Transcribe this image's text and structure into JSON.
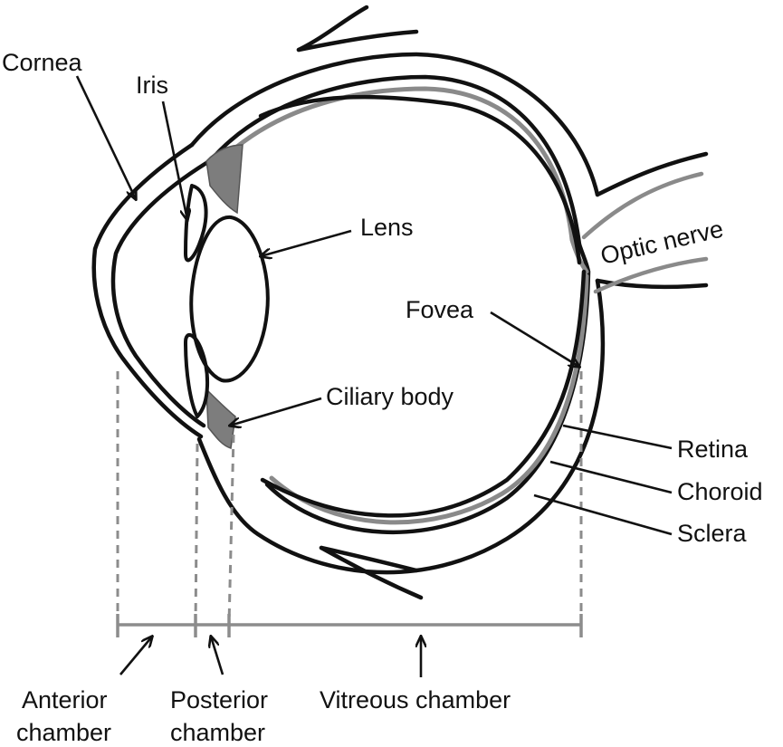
{
  "labels": {
    "cornea": "Cornea",
    "iris": "Iris",
    "lens": "Lens",
    "optic_nerve": "Optic nerve",
    "fovea": "Fovea",
    "ciliary_body": "Ciliary body",
    "retina": "Retina",
    "choroid": "Choroid",
    "sclera": "Sclera",
    "anterior_chamber": [
      "Anterior",
      "chamber"
    ],
    "posterior_chamber": [
      "Posterior",
      "chamber"
    ],
    "vitreous_chamber": "Vitreous chamber"
  },
  "colors": {
    "line": "#111111",
    "choroid_gray": "#8a8a8a",
    "ciliary_gray": "#7d7d7d",
    "guide_gray": "#8c8c8c"
  }
}
